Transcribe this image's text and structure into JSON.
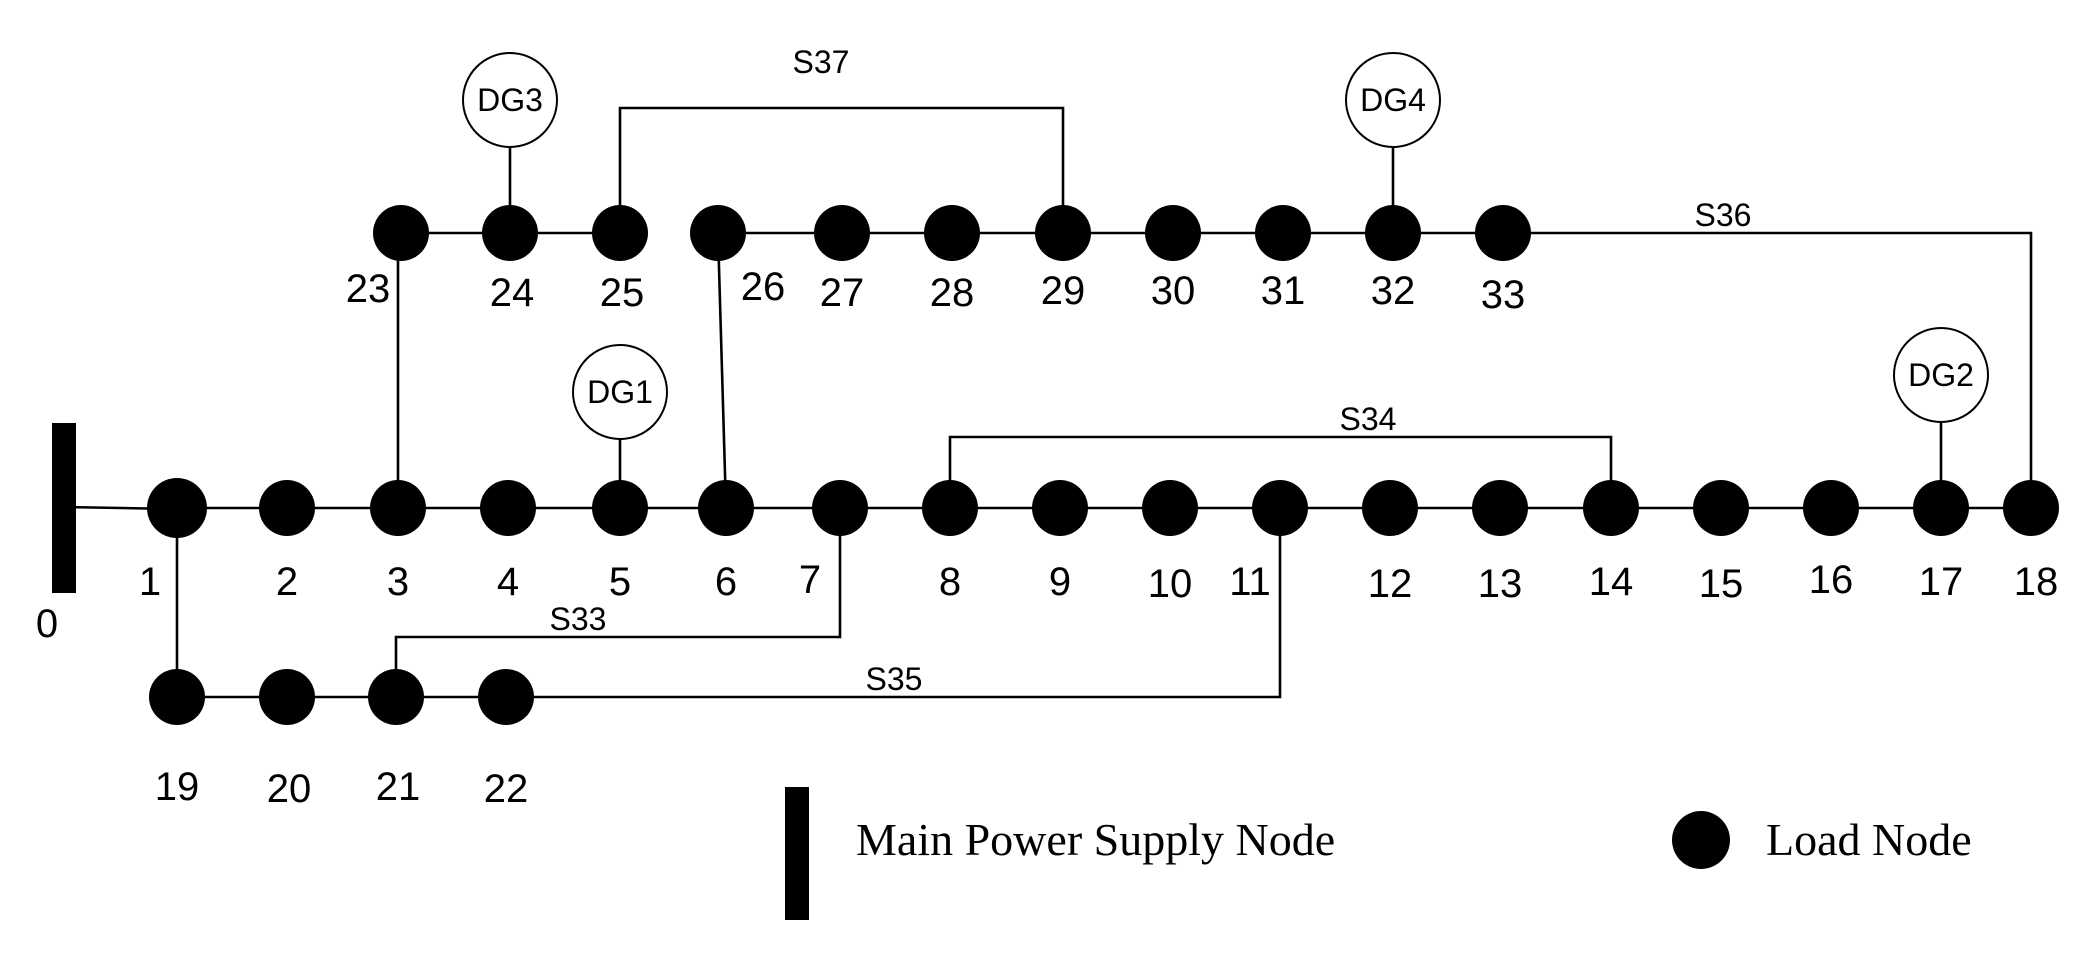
{
  "supply_node_label": "0",
  "node_labels": {
    "n1": "1",
    "n2": "2",
    "n3": "3",
    "n4": "4",
    "n5": "5",
    "n6": "6",
    "n7": "7",
    "n8": "8",
    "n9": "9",
    "n10": "10",
    "n11": "11",
    "n12": "12",
    "n13": "13",
    "n14": "14",
    "n15": "15",
    "n16": "16",
    "n17": "17",
    "n18": "18",
    "n19": "19",
    "n20": "20",
    "n21": "21",
    "n22": "22",
    "n23": "23",
    "n24": "24",
    "n25": "25",
    "n26": "26",
    "n27": "27",
    "n28": "28",
    "n29": "29",
    "n30": "30",
    "n31": "31",
    "n32": "32",
    "n33": "33"
  },
  "tie_switches": {
    "s33": "S33",
    "s34": "S34",
    "s35": "S35",
    "s36": "S36",
    "s37": "S37"
  },
  "generators": {
    "dg1": "DG1",
    "dg2": "DG2",
    "dg3": "DG3",
    "dg4": "DG4"
  },
  "legend": {
    "supply": "Main Power Supply Node",
    "load": "Load Node"
  }
}
